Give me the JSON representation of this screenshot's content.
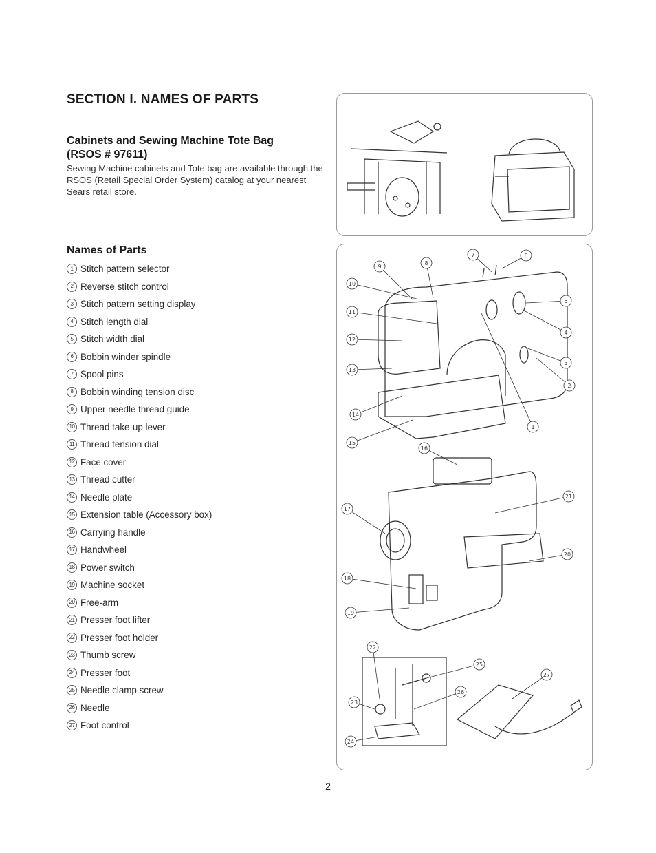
{
  "section_title": "SECTION I. NAMES OF PARTS",
  "cabinets": {
    "heading_line1": "Cabinets and Sewing Machine Tote Bag",
    "heading_line2": "(RSOS # 97611)",
    "body": "Sewing Machine cabinets and Tote bag are available through the RSOS (Retail Special Order System) catalog at your nearest Sears retail store."
  },
  "names_heading": "Names of Parts",
  "parts": [
    {
      "num": "1",
      "label": "Stitch pattern selector"
    },
    {
      "num": "2",
      "label": "Reverse stitch control"
    },
    {
      "num": "3",
      "label": "Stitch pattern setting display"
    },
    {
      "num": "4",
      "label": "Stitch length dial"
    },
    {
      "num": "5",
      "label": "Stitch width dial"
    },
    {
      "num": "6",
      "label": "Bobbin winder spindle"
    },
    {
      "num": "7",
      "label": "Spool pins"
    },
    {
      "num": "8",
      "label": "Bobbin winding tension disc"
    },
    {
      "num": "9",
      "label": "Upper needle thread guide"
    },
    {
      "num": "10",
      "label": "Thread take-up lever"
    },
    {
      "num": "11",
      "label": "Thread tension dial"
    },
    {
      "num": "12",
      "label": "Face cover"
    },
    {
      "num": "13",
      "label": "Thread cutter"
    },
    {
      "num": "14",
      "label": "Needle plate"
    },
    {
      "num": "15",
      "label": "Extension table (Accessory box)"
    },
    {
      "num": "16",
      "label": "Carrying handle"
    },
    {
      "num": "17",
      "label": "Handwheel"
    },
    {
      "num": "18",
      "label": "Power switch"
    },
    {
      "num": "19",
      "label": "Machine socket"
    },
    {
      "num": "20",
      "label": "Free-arm"
    },
    {
      "num": "21",
      "label": "Presser foot lifter"
    },
    {
      "num": "22",
      "label": "Presser foot holder"
    },
    {
      "num": "23",
      "label": "Thumb screw"
    },
    {
      "num": "24",
      "label": "Presser foot"
    },
    {
      "num": "25",
      "label": "Needle clamp screw"
    },
    {
      "num": "26",
      "label": "Needle"
    },
    {
      "num": "27",
      "label": "Foot control"
    }
  ],
  "page_number": "2"
}
